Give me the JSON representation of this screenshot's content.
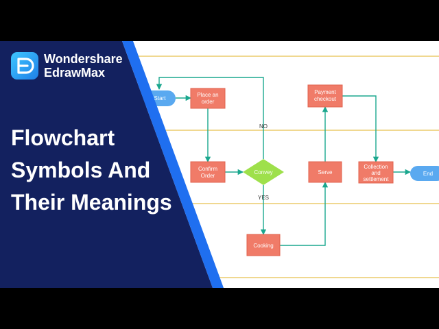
{
  "brand": {
    "line1": "Wondershare",
    "line2": "EdrawMax"
  },
  "headline": {
    "line1": "Flowchart",
    "line2": "Symbols And",
    "line3": "Their Meanings"
  },
  "colors": {
    "panel_dark": "#13215f",
    "panel_accent": "#1f6ff0",
    "lane_line": "#f0d890",
    "connector": "#1aa78e",
    "process": "#f07b68",
    "terminal": "#5aa9f0",
    "decision": "#9ee04b"
  },
  "flowchart": {
    "nodes": {
      "start": "Start",
      "place_order": [
        "Place an",
        "order"
      ],
      "confirm_order": [
        "Confirm",
        "Order"
      ],
      "convey": "Convey",
      "cooking": "Cooking",
      "serve": "Serve",
      "payment_checkout": [
        "Payment",
        "checkout"
      ],
      "collection": [
        "Collection",
        "and",
        "settlement"
      ],
      "end": "End"
    },
    "edge_labels": {
      "no": "NO",
      "yes": "YES"
    }
  }
}
